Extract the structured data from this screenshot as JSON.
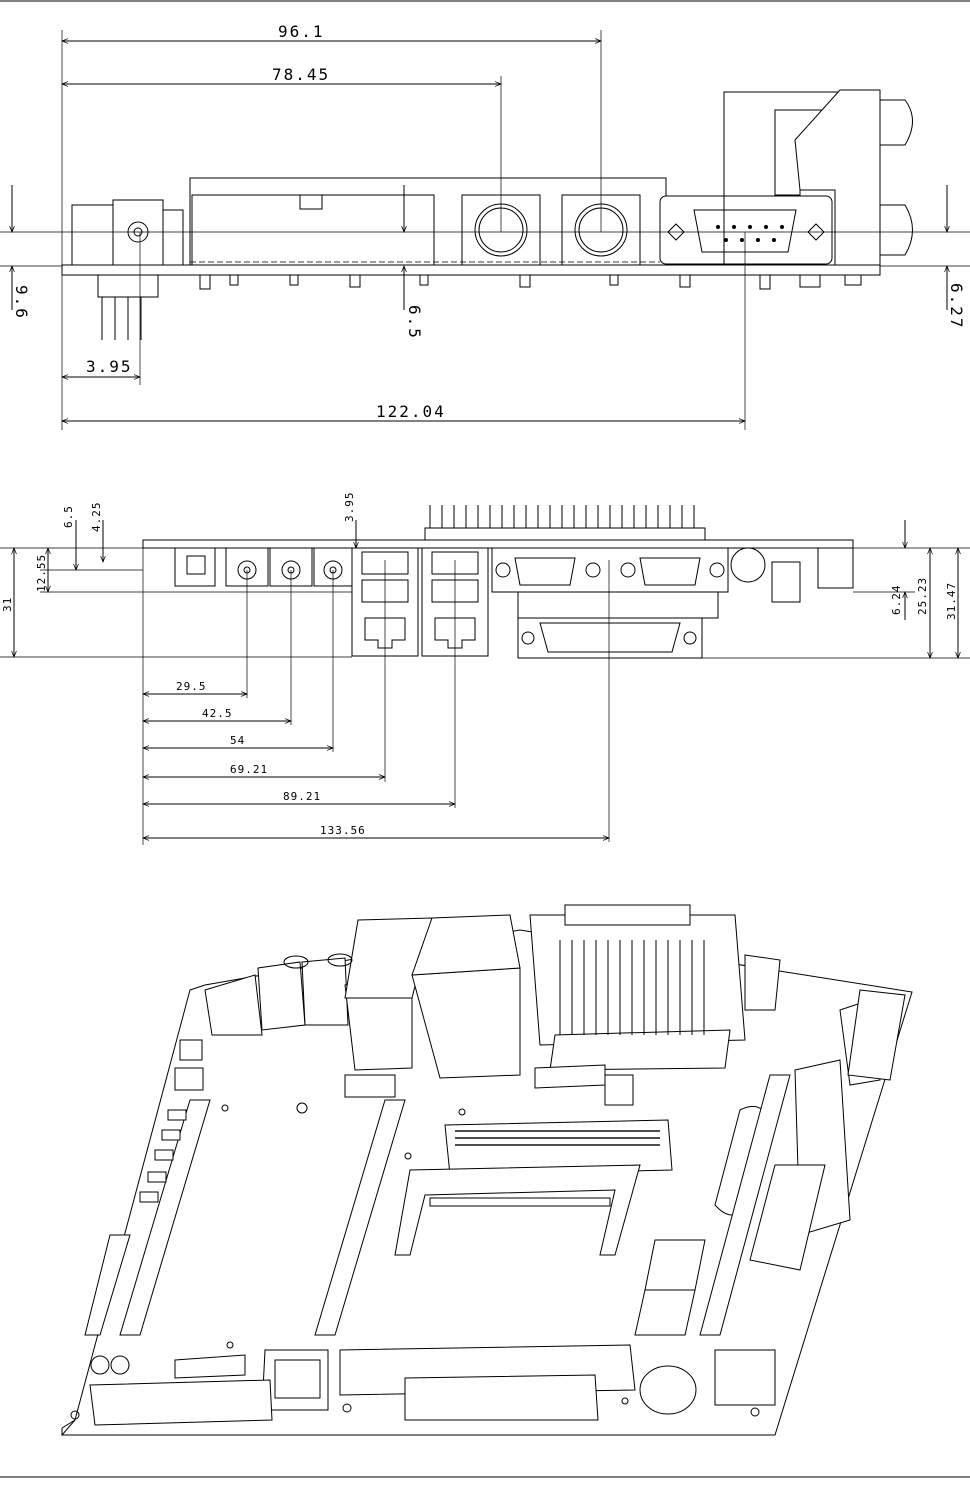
{
  "top_view": {
    "dims": {
      "w96_1": "96.1",
      "w78_45": "78.45",
      "h9_6": "9.6",
      "h6_5": "6.5",
      "h6_27": "6.27",
      "w3_95": "3.95",
      "w122_04": "122.04"
    }
  },
  "side_view": {
    "dims": {
      "v6_5": "6.5",
      "v4_25": "4.25",
      "v3_95": "3.95",
      "v12_55": "12.55",
      "v31": "31",
      "v6_24": "6.24",
      "v25_23": "25.23",
      "v31_47": "31.47",
      "h29_5": "29.5",
      "h42_5": "42.5",
      "h54": "54",
      "h69_21": "69.21",
      "h89_21": "89.21",
      "h133_56": "133.56"
    }
  }
}
